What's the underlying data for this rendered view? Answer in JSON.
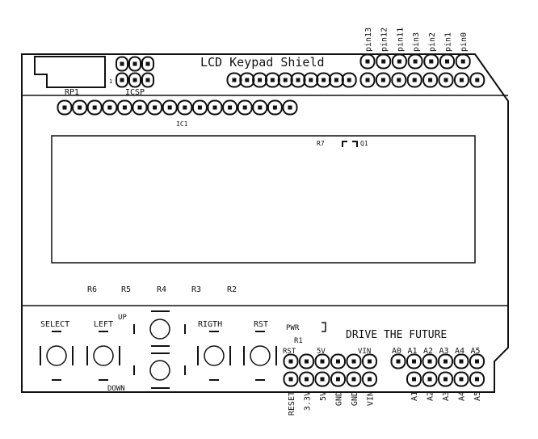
{
  "title": "LCD Keypad Shield",
  "slogan": "DRIVE THE FUTURE",
  "top_pin_labels": [
    "pin13",
    "pin12",
    "pin11",
    "pin3",
    "pin2",
    "pin1",
    "pin0"
  ],
  "parts": {
    "rp1": "RP1",
    "icsp": "ICSP",
    "icsp_pin1": "1",
    "ic1": "IC1",
    "r7": "R7",
    "q1": "Q1",
    "r1": "R1",
    "pwr": "PWR"
  },
  "resistors": [
    "R6",
    "R5",
    "R4",
    "R3",
    "R2"
  ],
  "buttons": {
    "select": "SELECT",
    "left": "LEFT",
    "up": "UP",
    "down": "DOWN",
    "right": "RIGTH",
    "rst": "RST"
  },
  "power_header_top": {
    "rst": "RST",
    "v5": "5V",
    "vin": "VIN"
  },
  "power_header_bottom": [
    "RESET",
    "3.3V",
    "5V",
    "GND",
    "GND",
    "VIN"
  ],
  "analog_top": [
    "A0",
    "A1",
    "A2",
    "A3",
    "A4",
    "A5"
  ],
  "analog_bottom": [
    "A1",
    "A2",
    "A3",
    "A4",
    "A5"
  ]
}
